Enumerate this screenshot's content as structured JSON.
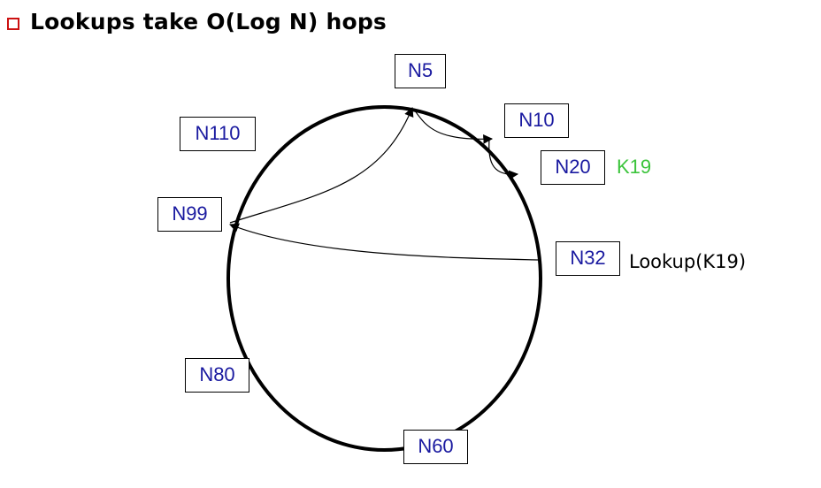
{
  "bullet": {
    "text": "Lookups take O(Log N) hops",
    "marker_color": "#cc1111"
  },
  "ring": {
    "nodes": [
      {
        "id": "n5",
        "label": "N5"
      },
      {
        "id": "n10",
        "label": "N10"
      },
      {
        "id": "n20",
        "label": "N20"
      },
      {
        "id": "n32",
        "label": "N32"
      },
      {
        "id": "n60",
        "label": "N60"
      },
      {
        "id": "n80",
        "label": "N80"
      },
      {
        "id": "n99",
        "label": "N99"
      },
      {
        "id": "n110",
        "label": "N110"
      }
    ],
    "node_text_color": "#1a1aa0"
  },
  "key": {
    "label": "K19",
    "color": "#3cc43c"
  },
  "lookup": {
    "label": "Lookup(K19)"
  },
  "hops": [
    {
      "from": "N32",
      "to": "N99"
    },
    {
      "from": "N99",
      "to": "N5"
    },
    {
      "from": "N5",
      "to": "N10"
    },
    {
      "from": "N10",
      "to": "N20"
    }
  ]
}
